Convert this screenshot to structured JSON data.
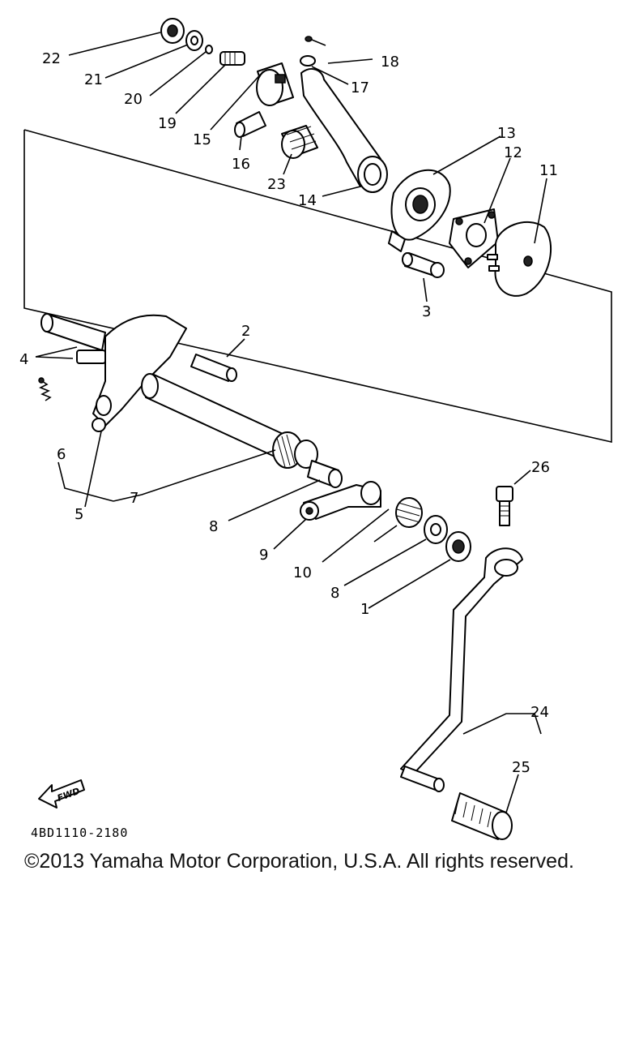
{
  "diagram": {
    "part_numbers": [
      "1",
      "2",
      "3",
      "4",
      "5",
      "6",
      "7",
      "8",
      "9",
      "10",
      "11",
      "12",
      "13",
      "14",
      "15",
      "16",
      "17",
      "18",
      "19",
      "20",
      "21",
      "22",
      "23",
      "24",
      "25",
      "26"
    ],
    "labels": {
      "n22": "22",
      "n21": "21",
      "n20": "20",
      "n19": "19",
      "n15": "15",
      "n16": "16",
      "n23": "23",
      "n18": "18",
      "n17": "17",
      "n14": "14",
      "n13": "13",
      "n12": "12",
      "n11": "11",
      "n3": "3",
      "n2": "2",
      "n4": "4",
      "n6": "6",
      "n5": "5",
      "n7": "7",
      "n8a": "8",
      "n9": "9",
      "n10": "10",
      "n8b": "8",
      "n1": "1",
      "n26": "26",
      "n24": "24",
      "n25": "25"
    },
    "fwd_arrow_text": "FWD",
    "drawing_code": "4BD1110-2180",
    "icon": "front-direction-arrow-icon"
  },
  "footer": {
    "copyright": "©2013 Yamaha Motor Corporation, U.S.A. All rights reserved."
  }
}
